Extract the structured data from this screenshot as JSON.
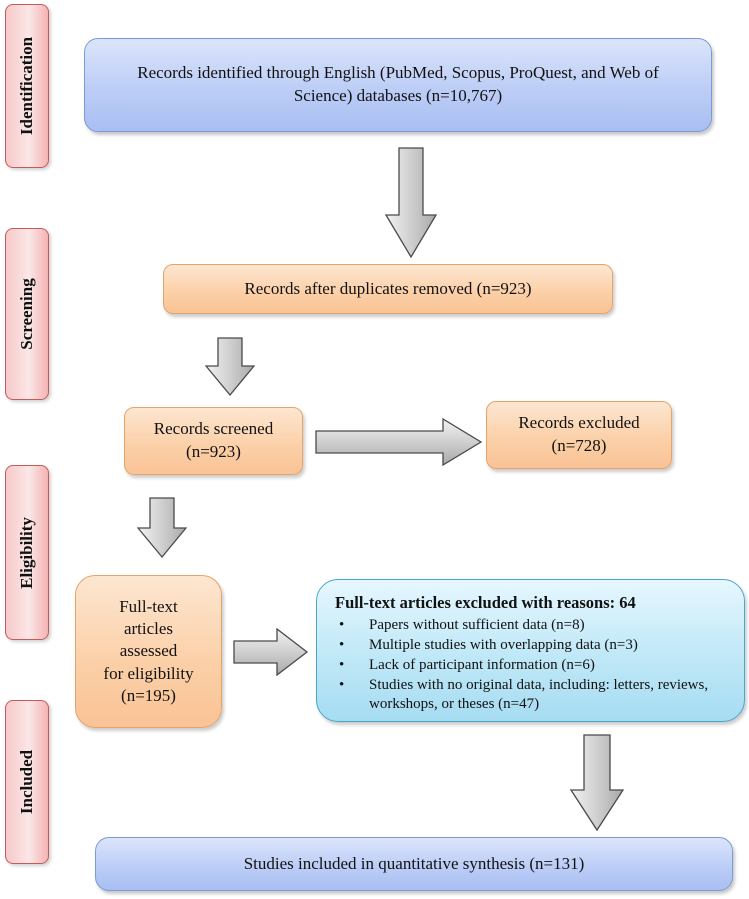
{
  "stages": {
    "identification": "Identification",
    "screening": "Screening",
    "eligibility": "Eligibility",
    "included": "Included"
  },
  "boxes": {
    "identified": "Records identified through English (PubMed, Scopus, ProQuest, and Web of Science) databases  (n=10,767)",
    "duplicates_removed": "Records after duplicates removed (n=923)",
    "screened": "Records screened\n(n=923)",
    "excluded": "Records excluded\n(n=728)",
    "full_text": "Full-text\narticles\nassessed\nfor eligibility\n(n=195)",
    "included": "Studies included in quantitative synthesis (n=131)"
  },
  "exclusions": {
    "title": "Full-text articles excluded with reasons: 64",
    "reasons": [
      "Papers without sufficient data (n=8)",
      "Multiple studies with overlapping data (n=3)",
      "Lack of participant information (n=6)",
      "Studies with no original data, including: letters, reviews, workshops, or theses (n=47)"
    ]
  },
  "colors": {
    "stage_fill": "#f7c9c9",
    "blue_box": "#bccdf6",
    "orange_box": "#fbcfa6",
    "cyan_box": "#bfe8f7",
    "arrow_fill": "#d6d6d6"
  }
}
